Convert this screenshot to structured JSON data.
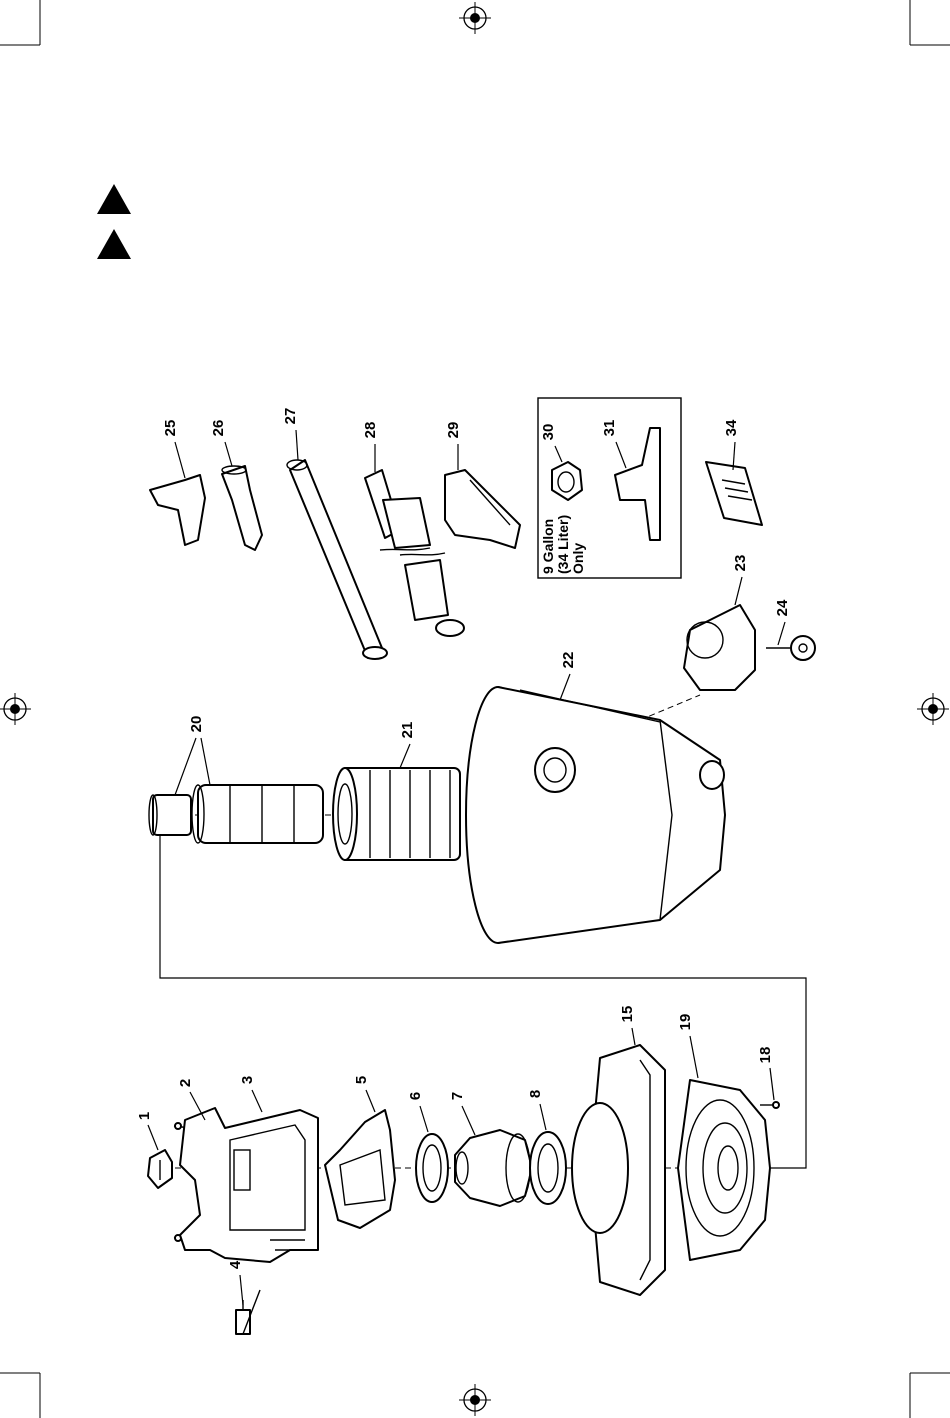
{
  "warnings": [
    {
      "icon": "warning-triangle-icon"
    },
    {
      "icon": "warning-triangle-icon"
    }
  ],
  "callout_box": {
    "note_lines": [
      "9 Gallon",
      "(34 Liter)",
      "Only"
    ]
  },
  "parts": [
    {
      "number": "1"
    },
    {
      "number": "2"
    },
    {
      "number": "3"
    },
    {
      "number": "4"
    },
    {
      "number": "5"
    },
    {
      "number": "6"
    },
    {
      "number": "7"
    },
    {
      "number": "8"
    },
    {
      "number": "15"
    },
    {
      "number": "18"
    },
    {
      "number": "19"
    },
    {
      "number": "20"
    },
    {
      "number": "21"
    },
    {
      "number": "22"
    },
    {
      "number": "23"
    },
    {
      "number": "24"
    },
    {
      "number": "25"
    },
    {
      "number": "26"
    },
    {
      "number": "27"
    },
    {
      "number": "28"
    },
    {
      "number": "29"
    },
    {
      "number": "30"
    },
    {
      "number": "31"
    },
    {
      "number": "34"
    }
  ],
  "colors": {
    "ink": "#000000",
    "paper": "#ffffff"
  }
}
